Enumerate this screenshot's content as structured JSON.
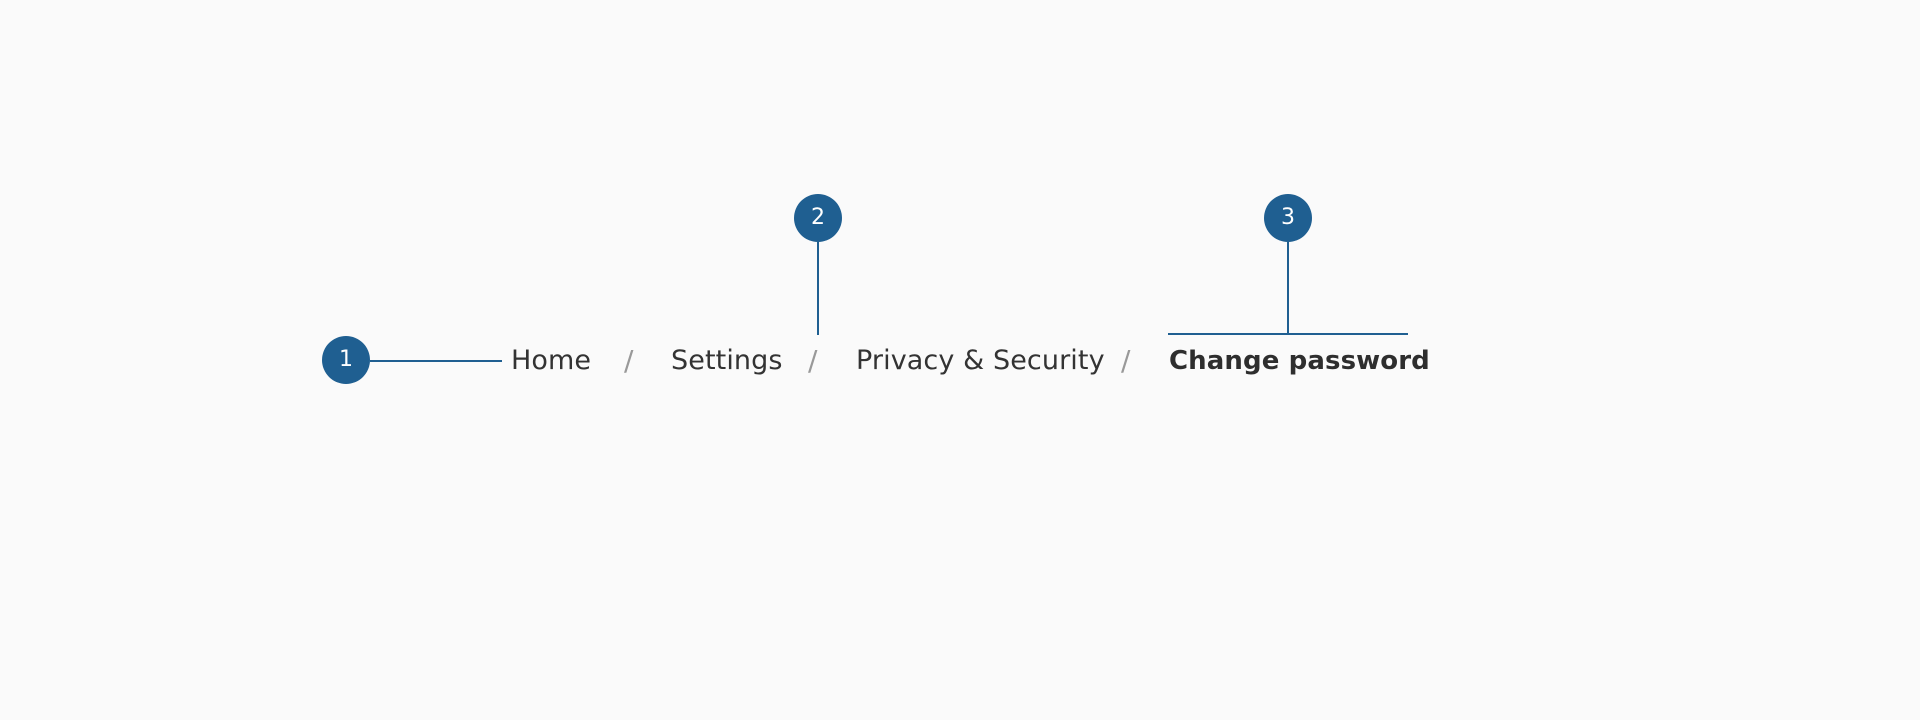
{
  "breadcrumb": {
    "items": [
      {
        "label": "Home"
      },
      {
        "label": "Settings"
      },
      {
        "label": "Privacy & Security"
      }
    ],
    "current": "Change password",
    "separator": "/"
  },
  "callouts": [
    {
      "number": "1"
    },
    {
      "number": "2"
    },
    {
      "number": "3"
    }
  ],
  "colors": {
    "background": "#fafafa",
    "accent": "#1f5f91",
    "text": "#333333",
    "separator": "#999999"
  }
}
